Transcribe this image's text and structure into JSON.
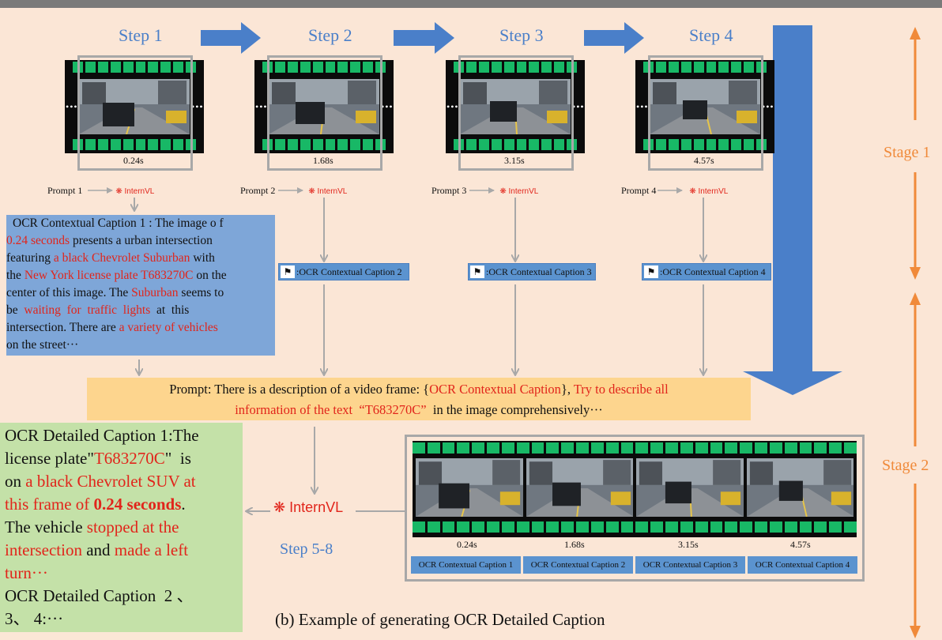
{
  "steps": [
    "Step 1",
    "Step 2",
    "Step 3",
    "Step 4"
  ],
  "step_5_8": "Step 5-8",
  "times": [
    "0.24s",
    "1.68s",
    "3.15s",
    "4.57s"
  ],
  "prompts": [
    "Prompt 1",
    "Prompt 2",
    "Prompt 3",
    "Prompt 4"
  ],
  "internvl_label": "InternVL",
  "ocr_contextual_captions": [
    ":OCR Contextual Caption 2",
    ":OCR Contextual Caption 3",
    ":OCR Contextual Caption 4"
  ],
  "caption1": {
    "lines": [
      [
        "OCR Contextual Caption 1 : The image  o f",
        ""
      ],
      [
        "",
        "0.24 seconds",
        "  presents a urban intersection"
      ],
      [
        "featuring ",
        "a black Chevrolet Suburban",
        " with"
      ],
      [
        "the ",
        "New York license plate T683270C",
        " on the"
      ],
      [
        "center of this image. The ",
        "Suburban",
        " seems to"
      ],
      [
        "be  ",
        "waiting  for  traffic  lights",
        "  at  this"
      ],
      [
        "intersection. There are ",
        "a variety of vehicles",
        ""
      ],
      [
        "on the street···",
        "",
        ""
      ]
    ]
  },
  "prompt_bar": {
    "part1": "Prompt: There is a description of a video frame: {",
    "part2": "OCR Contextual Caption",
    "part3": "}, ",
    "part4": "Try to describe all",
    "part5": "information of the text  “T683270C”",
    "part6": "  in the image comprehensively···"
  },
  "detailed": {
    "l1": "OCR Detailed Caption 1:The",
    "l2a": "license plate\"",
    "l2b": "T683270C",
    "l2c": "\"  is",
    "l3a": "on ",
    "l3b": "a black Chevrolet SUV at",
    "l4a": "this frame of ",
    "l4b": "0.24 seconds",
    "l4c": ".",
    "l5a": "The vehicle ",
    "l5b": "stopped at the",
    "l6a": "intersection",
    "l6b": " and ",
    "l6c": "made a left",
    "l7": "turn···",
    "l8": "OCR Detailed Caption  2 、",
    "l9": "3、 4:···"
  },
  "strip_captions": [
    "OCR Contextual Caption 1",
    "OCR Contextual Caption 2",
    "OCR Contextual Caption 3",
    "OCR Contextual Caption 4"
  ],
  "stages": [
    "Stage 1",
    "Stage 2"
  ],
  "bottom_caption": "(b) Example of generating OCR Detailed Caption",
  "colors": {
    "blue_arrow": "#4a7fc9",
    "gray_arrow": "#a8a8a8",
    "orange": "#f08a3a",
    "red": "#e1251b"
  }
}
